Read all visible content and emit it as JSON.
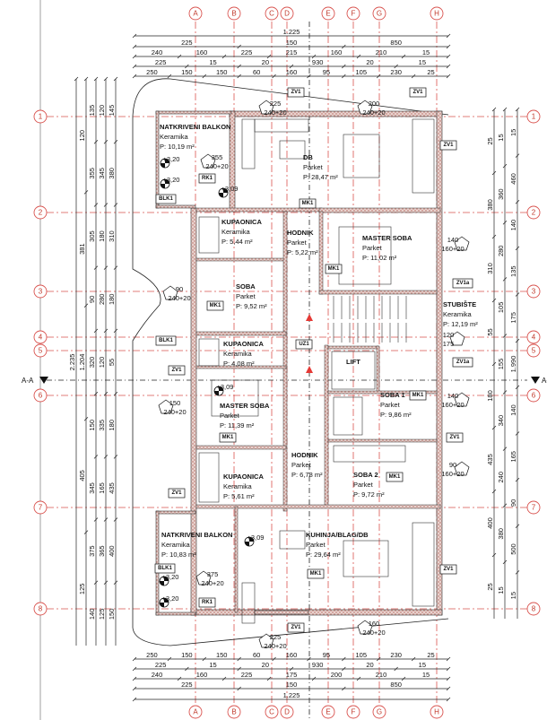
{
  "grid": {
    "columns": [
      "A",
      "B",
      "C",
      "D",
      "E",
      "F",
      "G",
      "H"
    ],
    "rows": [
      "1",
      "2",
      "3",
      "4",
      "5",
      "6",
      "7",
      "8"
    ],
    "section_label": "A-A"
  },
  "dimensions": {
    "top": [
      [
        "1.225"
      ],
      [
        "225",
        "150",
        "850"
      ],
      [
        "240",
        "160",
        "225",
        "215",
        "160",
        "210",
        "15"
      ],
      [
        "225",
        "15",
        "20",
        "930",
        "20",
        "15"
      ],
      [
        "250",
        "150",
        "150",
        "60",
        "160",
        "95",
        "105",
        "230",
        "25"
      ]
    ],
    "bottom": [
      [
        "250",
        "150",
        "150",
        "60",
        "160",
        "95",
        "105",
        "230",
        "25"
      ],
      [
        "225",
        "15",
        "20",
        "930",
        "20",
        "15"
      ],
      [
        "240",
        "160",
        "225",
        "175",
        "200",
        "210",
        "15"
      ],
      [
        "225",
        "150",
        "850"
      ],
      [
        "1.225"
      ]
    ],
    "left": [
      [
        "2.235"
      ],
      [
        "120",
        "381",
        "1.204",
        "405",
        "125"
      ],
      [
        "135",
        "355",
        "305",
        "90",
        "320",
        "150",
        "345",
        "375",
        "140"
      ],
      [
        "120",
        "345",
        "180",
        "280",
        "120",
        "335",
        "165",
        "365",
        "125"
      ],
      [
        "145",
        "380",
        "310",
        "180",
        "55",
        "180",
        "435",
        "400",
        "150"
      ]
    ],
    "right": [
      [
        "25",
        "380",
        "310",
        "55",
        "180",
        "435",
        "400",
        "25"
      ],
      [
        "15",
        "360",
        "280",
        "105",
        "155",
        "340",
        "240",
        "380",
        "15"
      ],
      [
        "15",
        "460",
        "140",
        "135",
        "175",
        "1.990",
        "140",
        "165",
        "90",
        "500",
        "15"
      ]
    ]
  },
  "rooms": [
    {
      "name": "NATKRIVENI BALKON",
      "floor": "Keramika",
      "area": "P: 10,19 m²"
    },
    {
      "name": "DB",
      "floor": "Parket",
      "area": "P: 28,47 m²"
    },
    {
      "name": "KUPAONICA",
      "floor": "Keramika",
      "area": "P: 5,44 m²"
    },
    {
      "name": "HODNIK",
      "floor": "Parket",
      "area": "P: 5,22 m²"
    },
    {
      "name": "MASTER SOBA",
      "floor": "Parket",
      "area": "P: 11,02 m²"
    },
    {
      "name": "SOBA",
      "floor": "Parket",
      "area": "P: 9,52 m²"
    },
    {
      "name": "STUBIŠTE",
      "floor": "Keramika",
      "area": "P: 12,19 m²"
    },
    {
      "name": "KUPAONICA",
      "floor": "Keramika",
      "area": "P: 4,08 m²"
    },
    {
      "name": "LIFT",
      "floor": "",
      "area": ""
    },
    {
      "name": "MASTER SOBA",
      "floor": "Parket",
      "area": "P: 11,39 m²"
    },
    {
      "name": "SOBA 1",
      "floor": "Parket",
      "area": "P: 9,86 m²"
    },
    {
      "name": "HODNIK",
      "floor": "Parket",
      "area": "P: 6,78 m²"
    },
    {
      "name": "KUPAONICA",
      "floor": "Keramika",
      "area": "P: 5,61 m²"
    },
    {
      "name": "SOBA 2",
      "floor": "Parket",
      "area": "P: 9,72 m²"
    },
    {
      "name": "NATKRIVENI BALKON",
      "floor": "Keramika",
      "area": "P: 10,83 m²"
    },
    {
      "name": "KUHINJA/BLAG/DB",
      "floor": "Parket",
      "area": "P: 29,64 m²"
    }
  ],
  "tags": [
    "BLK1",
    "RK1",
    "MK1",
    "MK1",
    "MK1",
    "MK1",
    "MK1",
    "MK1",
    "MK1",
    "ZV1",
    "ZV1",
    "ZV1",
    "ZV1",
    "ZV1",
    "ZV1",
    "ZV1",
    "ZV1",
    "ZV1a",
    "ZV1a",
    "UZ1",
    "BLK1",
    "RK1",
    "BLK1"
  ],
  "levels": [
    "+3,20",
    "+3,20",
    "+3,09",
    "+3,09",
    "+3,09",
    "+3,20",
    "+3,20"
  ],
  "windows": [
    {
      "w": "355",
      "h": "240+20"
    },
    {
      "w": "140",
      "h": "160+20"
    },
    {
      "w": "90",
      "h": "240+20"
    },
    {
      "w": "150",
      "h": "240+20"
    },
    {
      "w": "140",
      "h": "160+20"
    },
    {
      "w": "90",
      "h": "160+20"
    },
    {
      "w": "375",
      "h": "240+20"
    },
    {
      "w": "225",
      "h": "240+20"
    },
    {
      "w": "200",
      "h": "240+20"
    },
    {
      "w": "225",
      "h": "240+20"
    },
    {
      "w": "160",
      "h": "240+20"
    },
    {
      "w": "120",
      "h": "175"
    }
  ],
  "colors": {
    "grid": "#d9534f",
    "wall_hatch": "#cfa9a2",
    "ink": "#111111"
  }
}
